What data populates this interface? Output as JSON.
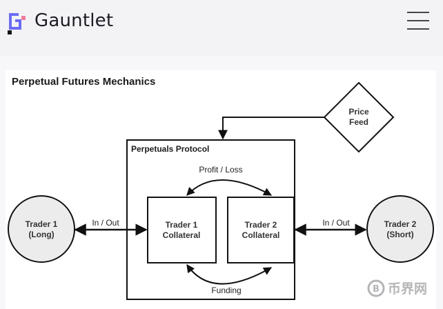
{
  "header": {
    "brand_name": "Gauntlet",
    "logo_icon": "gauntlet-g-logo",
    "menu_icon": "hamburger-menu-icon",
    "logo_colors": {
      "primary": "#6b6cf2",
      "accent": "#f07c9c",
      "dot": "#111111"
    }
  },
  "diagram": {
    "title": "Perpetual Futures Mechanics",
    "price_feed": {
      "line1": "Price",
      "line2": "Feed"
    },
    "protocol": {
      "label": "Perpetuals Protocol"
    },
    "collateral_1": {
      "line1": "Trader 1",
      "line2": "Collateral"
    },
    "collateral_2": {
      "line1": "Trader 2",
      "line2": "Collateral"
    },
    "trader_1": {
      "line1": "Trader 1",
      "line2": "(Long)"
    },
    "trader_2": {
      "line1": "Trader 2",
      "line2": "(Short)"
    },
    "edges": {
      "profit_loss": "Profit / Loss",
      "funding": "Funding",
      "in_out_left": "In / Out",
      "in_out_right": "In / Out"
    },
    "colors": {
      "stroke": "#111111",
      "circle_fill": "#ececec",
      "text": "#1a1a1a"
    }
  },
  "watermark": {
    "text": "币界网",
    "icon": "bitcoin-coin-icon"
  }
}
